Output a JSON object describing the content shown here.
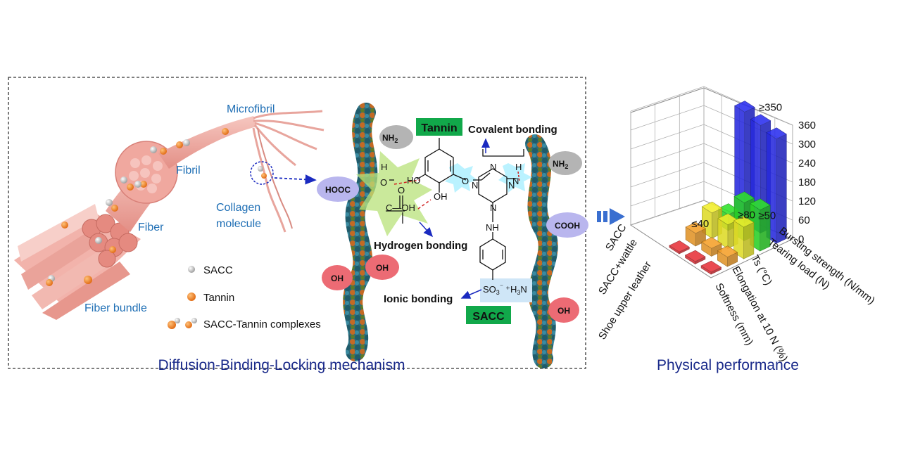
{
  "left_panel": {
    "title": "Diffusion-Binding-Locking mechanism",
    "structure_labels": {
      "microfibril": "Microfibril",
      "fibril": "Fibril",
      "fiber": "Fiber",
      "collagen_molecule_line1": "Collagen",
      "collagen_molecule_line2": "molecule",
      "fiber_bundle": "Fiber bundle"
    },
    "legend": {
      "sacc": "SACC",
      "tannin": "Tannin",
      "complex": "SACC-Tannin complexes"
    },
    "mechanism": {
      "tannin_tag": "Tannin",
      "sacc_tag": "SACC",
      "covalent": "Covalent bonding",
      "hydrogen": "Hydrogen bonding",
      "ionic": "Ionic bonding",
      "groups": {
        "nh2_left": "NH",
        "nh2_right": "NH",
        "hooc": "HOOC",
        "cooh": "COOH",
        "oh_a": "OH",
        "oh_b": "OH",
        "oh_c": "OH"
      },
      "atoms": {
        "h": "H",
        "o": "O",
        "ho": "HO",
        "oh": "OH",
        "c_oh": "C—OH",
        "n": "N",
        "nh": "NH",
        "so3": "SO",
        "h3n": "⁺H",
        "h3n_tail": "N",
        "sub2": "2",
        "sub3": "3",
        "sup_minus": "⁻"
      }
    }
  },
  "right_panel": {
    "title": "Physical performance",
    "colors": {
      "red": "#e8323a",
      "orange": "#f5a02a",
      "yellow": "#f2ee2a",
      "green": "#2ee22a",
      "blue": "#2a2ef0"
    }
  },
  "chart_data": {
    "type": "bar3d",
    "rows": [
      "SACC",
      "SACC+wattle",
      "Shoe upper leather"
    ],
    "columns": [
      "Softness (mm)",
      "Elongation at 10 N (%)",
      "Ts (°C)",
      "Tearing load (N)",
      "Bursting strength (N/mm)"
    ],
    "column_colors": [
      "red",
      "orange",
      "yellow",
      "green",
      "blue"
    ],
    "values": [
      [
        7,
        30,
        100,
        130,
        330
      ],
      [
        8,
        25,
        75,
        120,
        340
      ],
      [
        0,
        40,
        80,
        50,
        350
      ]
    ],
    "bar_annotations": [
      "≤40",
      "≥80",
      "≥50",
      "≥350"
    ],
    "z_ticks": [
      "0",
      "60",
      "120",
      "180",
      "240",
      "300",
      "360"
    ],
    "z_range": [
      0,
      360
    ],
    "grid": true
  }
}
